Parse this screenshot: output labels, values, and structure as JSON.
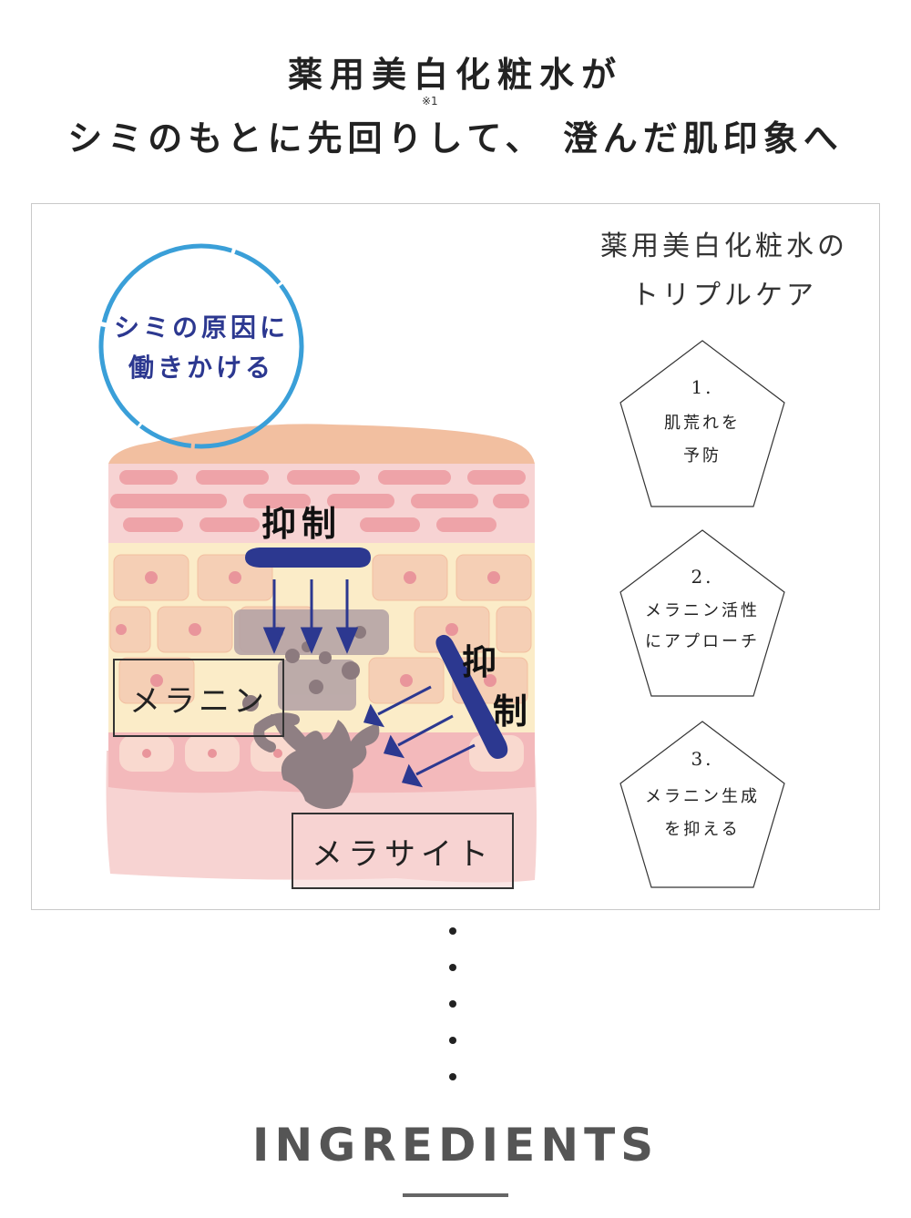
{
  "header": {
    "title": "薬用美白化粧水が",
    "note": "※1",
    "subtitle": "シミのもとに先回りして、 澄んだ肌印象へ"
  },
  "panel": {
    "title_line1": "薬用美白化粧水の",
    "title_line2": "トリプルケア",
    "circle": {
      "line1": "シミの原因に",
      "line2": "働きかける"
    },
    "diagram": {
      "suppress_top": "抑制",
      "suppress_side_1": "抑",
      "suppress_side_2": "制",
      "melanin_label": "メラニン",
      "melanocyte_label": "メラサイト"
    },
    "cares": [
      {
        "number": "1.",
        "line1": "肌荒れを",
        "line2": "予防"
      },
      {
        "number": "2.",
        "line1": "メラニン活性",
        "line2": "にアプローチ"
      },
      {
        "number": "3.",
        "line1": "メラニン生成",
        "line2": "を抑える"
      }
    ]
  },
  "footer": {
    "heading": "INGREDIENTS"
  },
  "colors": {
    "accent_blue": "#2c3890",
    "circle_blue": "#3a9fd8",
    "skin_top": "#f2bfa0",
    "skin_pink": "#f4c9c9",
    "skin_yellow": "#fbecc8",
    "melanin_gray": "#9a8a8e"
  }
}
